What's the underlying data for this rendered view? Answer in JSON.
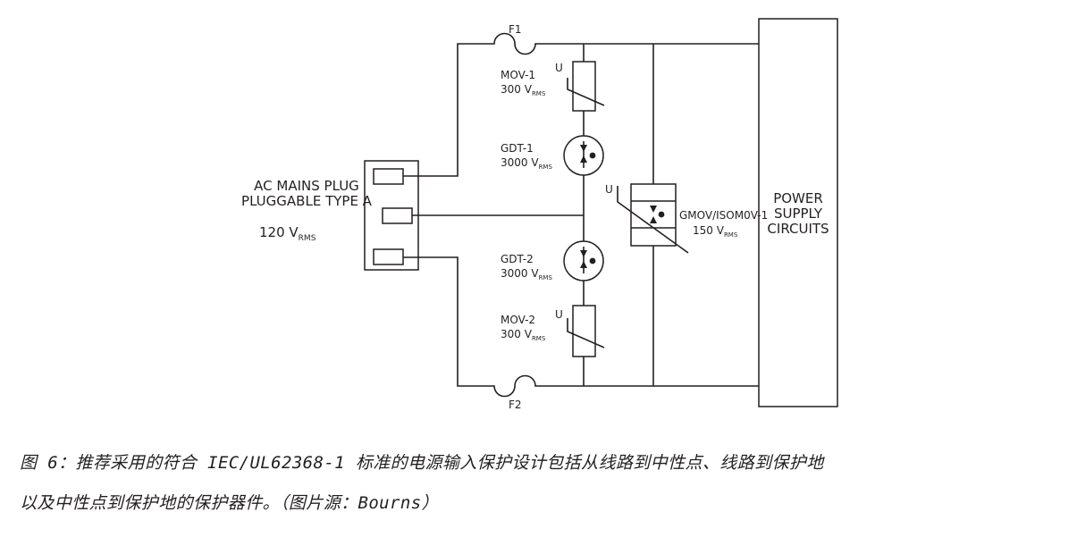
{
  "labels": {
    "f1": "F1",
    "f2": "F2",
    "mov1_name": "MOV-1",
    "mov1_v": "300 V",
    "gdt1_name": "GDT-1",
    "gdt1_v": "3000 V",
    "gdt2_name": "GDT-2",
    "gdt2_v": "3000 V",
    "mov2_name": "MOV-2",
    "mov2_v": "300 V",
    "gmov_name": "GMOV/ISOM0V-1",
    "gmov_v": "150 V",
    "rms": "RMS",
    "u": "U",
    "plug_line1": "AC MAINS PLUG",
    "plug_line2": "PLUGGABLE TYPE A",
    "plug_v": "120 V",
    "psc_line1": "POWER",
    "psc_line2": "SUPPLY",
    "psc_line3": "CIRCUITS"
  },
  "caption": {
    "line1": "图 6：推荐采用的符合 IEC/UL62368-1 标准的电源输入保护设计包括从线路到中性点、线路到保护地",
    "line2": "以及中性点到保护地的保护器件。（图片源：Bourns）"
  }
}
